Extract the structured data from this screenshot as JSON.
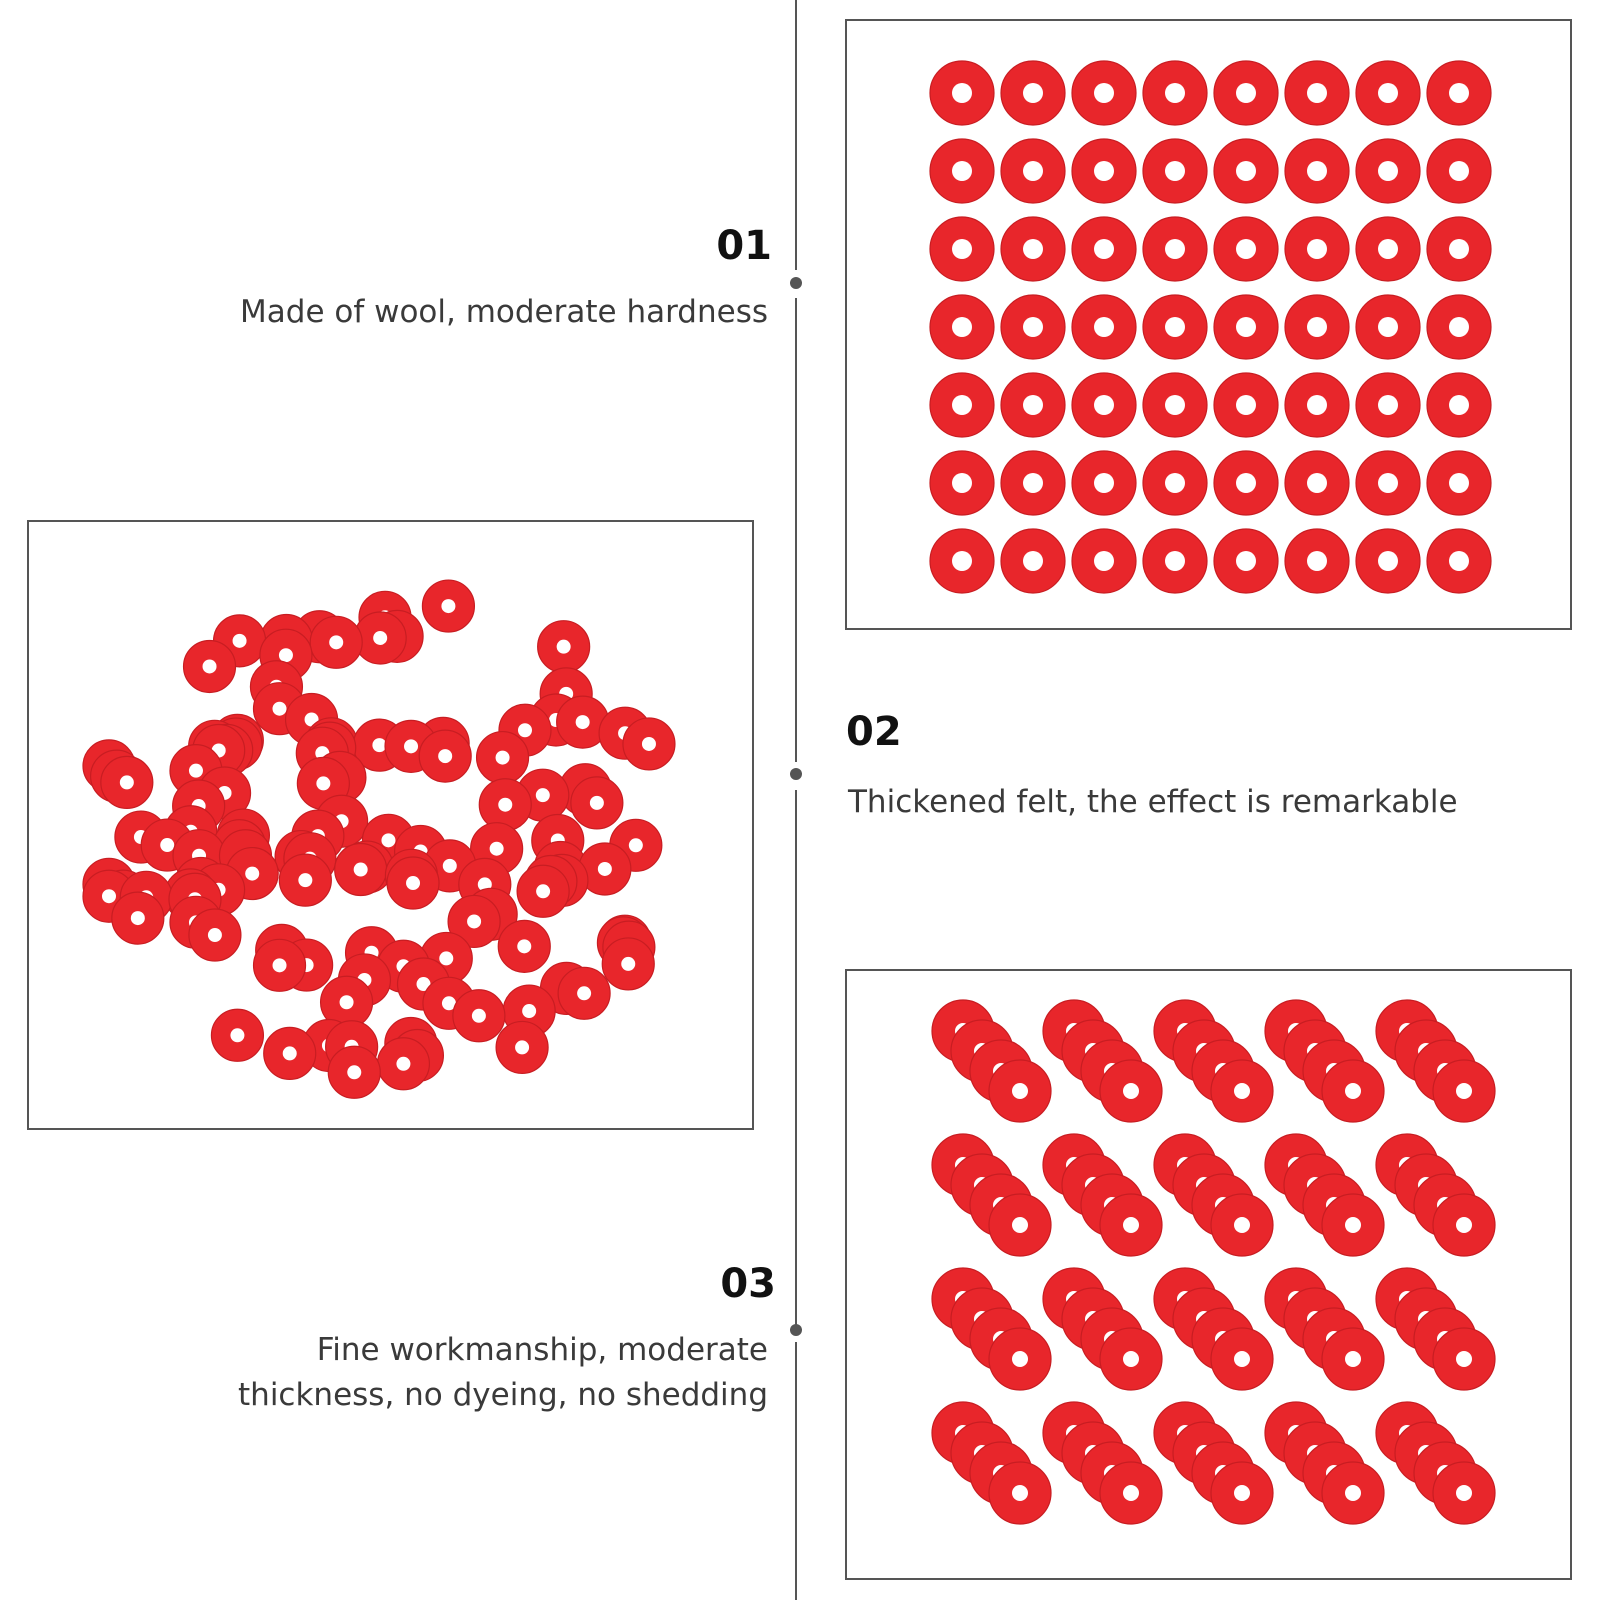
{
  "features": [
    {
      "number": "01",
      "lines": [
        "Made of wool, moderate hardness"
      ]
    },
    {
      "number": "02",
      "lines": [
        "Thickened felt, the effect is remarkable"
      ]
    },
    {
      "number": "03",
      "lines": [
        "Fine workmanship, moderate",
        "thickness, no dyeing, no shedding"
      ]
    }
  ],
  "colors": {
    "washer": "#e8262b",
    "line": "#555555"
  },
  "panels": {
    "grid": {
      "rows": 7,
      "cols": 8
    },
    "stacks": {
      "rows": 4,
      "cols": 5,
      "per_stack": 4
    }
  }
}
